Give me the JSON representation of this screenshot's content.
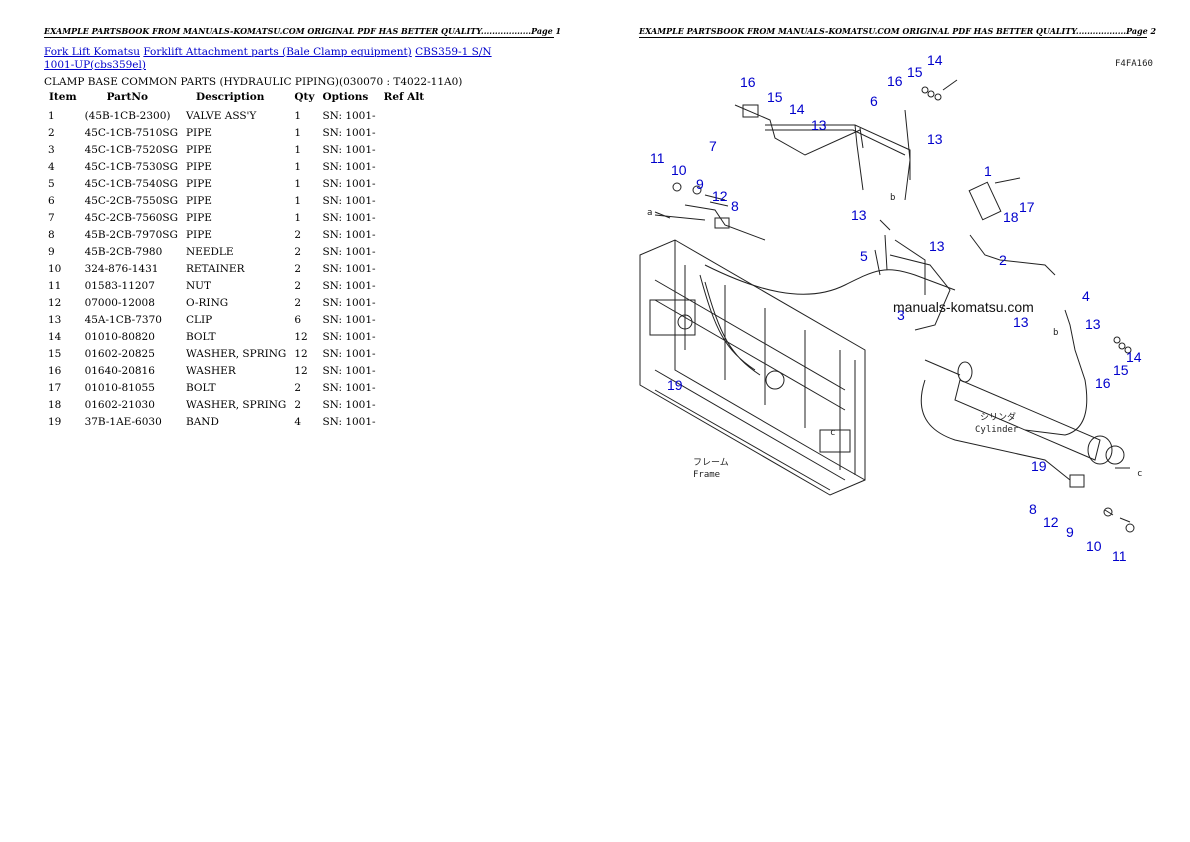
{
  "header": {
    "page1": "EXAMPLE PARTSBOOK FROM MANUALS-KOMATSU.COM ORIGINAL PDF HAS BETTER QUALITY..................Page 1",
    "page2": "EXAMPLE PARTSBOOK FROM MANUALS-KOMATSU.COM ORIGINAL PDF HAS BETTER QUALITY..................Page 2"
  },
  "breadcrumb": {
    "link1": "Fork Lift Komatsu",
    "link2": "Forklift Attachment parts (Bale Clamp equipment)",
    "link3": "CBS359-1 S/N 1001-UP(cbs359el)"
  },
  "section_title": "CLAMP BASE COMMON PARTS (HYDRAULIC PIPING)(030070 : T4022-11A0)",
  "table": {
    "headers": [
      "Item",
      "PartNo",
      "Description",
      "Qty",
      "Options",
      "Ref Alt"
    ],
    "rows": [
      [
        "1",
        "(45B-1CB-2300)",
        "VALVE ASS'Y",
        "1",
        "SN: 1001-",
        ""
      ],
      [
        "2",
        "45C-1CB-7510SG",
        "PIPE",
        "1",
        "SN: 1001-",
        ""
      ],
      [
        "3",
        "45C-1CB-7520SG",
        "PIPE",
        "1",
        "SN: 1001-",
        ""
      ],
      [
        "4",
        "45C-1CB-7530SG",
        "PIPE",
        "1",
        "SN: 1001-",
        ""
      ],
      [
        "5",
        "45C-1CB-7540SG",
        "PIPE",
        "1",
        "SN: 1001-",
        ""
      ],
      [
        "6",
        "45C-2CB-7550SG",
        "PIPE",
        "1",
        "SN: 1001-",
        ""
      ],
      [
        "7",
        "45C-2CB-7560SG",
        "PIPE",
        "1",
        "SN: 1001-",
        ""
      ],
      [
        "8",
        "45B-2CB-7970SG",
        "PIPE",
        "2",
        "SN: 1001-",
        ""
      ],
      [
        "9",
        "45B-2CB-7980",
        "NEEDLE",
        "2",
        "SN: 1001-",
        ""
      ],
      [
        "10",
        "324-876-1431",
        "RETAINER",
        "2",
        "SN: 1001-",
        ""
      ],
      [
        "11",
        "01583-11207",
        "NUT",
        "2",
        "SN: 1001-",
        ""
      ],
      [
        "12",
        "07000-12008",
        "O-RING",
        "2",
        "SN: 1001-",
        ""
      ],
      [
        "13",
        "45A-1CB-7370",
        "CLIP",
        "6",
        "SN: 1001-",
        ""
      ],
      [
        "14",
        "01010-80820",
        "BOLT",
        "12",
        "SN: 1001-",
        ""
      ],
      [
        "15",
        "01602-20825",
        "WASHER, SPRING",
        "12",
        "SN: 1001-",
        ""
      ],
      [
        "16",
        "01640-20816",
        "WASHER",
        "12",
        "SN: 1001-",
        ""
      ],
      [
        "17",
        "01010-81055",
        "BOLT",
        "2",
        "SN: 1001-",
        ""
      ],
      [
        "18",
        "01602-21030",
        "WASHER, SPRING",
        "2",
        "SN: 1001-",
        ""
      ],
      [
        "19",
        "37B-1AE-6030",
        "BAND",
        "4",
        "SN: 1001-",
        ""
      ]
    ]
  },
  "diagram": {
    "code": "F4FA160",
    "watermark": "manuals-komatsu.com",
    "frame_jp": "フレーム",
    "frame_en": "Frame",
    "cyl_jp": "シリンダ",
    "cyl_en": "Cylinder",
    "letter_a": "a",
    "letter_b1": "b",
    "letter_b2": "b",
    "letter_c1": "c",
    "letter_c2": "c",
    "callouts": {
      "n14a": "14",
      "n15a": "15",
      "n16a": "16",
      "n6": "6",
      "n16b": "16",
      "n15b": "15",
      "n14b": "14",
      "n13a": "13",
      "n7": "7",
      "n13b": "13",
      "n11a": "11",
      "n10a": "10",
      "n9a": "9",
      "n12a": "12",
      "n8a": "8",
      "n1": "1",
      "n18": "18",
      "n17": "17",
      "n13c": "13",
      "n5": "5",
      "n13d": "13",
      "n2": "2",
      "n3": "3",
      "n13e": "13",
      "n4": "4",
      "n13f": "13",
      "n14c": "14",
      "n15c": "15",
      "n16c": "16",
      "n19a": "19",
      "n19b": "19",
      "n8b": "8",
      "n12b": "12",
      "n9b": "9",
      "n10b": "10",
      "n11b": "11"
    }
  }
}
